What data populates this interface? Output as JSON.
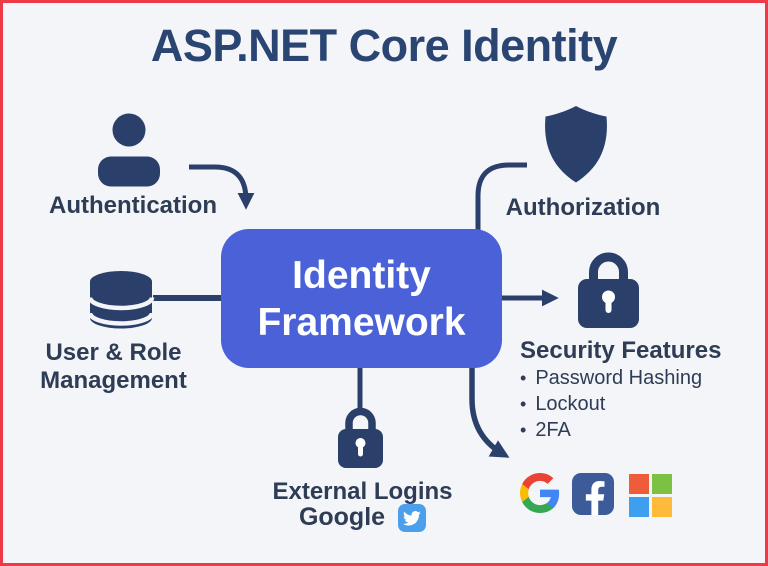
{
  "title": "ASP.NET Core Identity",
  "ui": {
    "bullet_char": "•"
  },
  "center_box": {
    "line1": "Identity",
    "line2": "Framework"
  },
  "nodes": {
    "authentication": {
      "label": "Authentication",
      "icon": "person-icon"
    },
    "authorization": {
      "label": "Authorization",
      "icon": "shield-icon"
    },
    "user_role_management": {
      "label": "User & Role Management",
      "icon": "database-icon"
    },
    "security_features": {
      "label": "Security Features",
      "icon": "padlock-icon",
      "bullets": [
        "Password Hashing",
        "Lockout",
        "2FA"
      ]
    },
    "external_logins": {
      "label": "External Logins",
      "icon": "padlock-icon",
      "provider_label": "Google",
      "provider_icon": "twitter-icon"
    }
  },
  "provider_logos": [
    "google-icon",
    "facebook-icon",
    "microsoft-icon"
  ],
  "colors": {
    "background": "#F4F5F8",
    "frame_border": "#EE3A46",
    "navy": "#2B3F6B",
    "title_text": "#2B4573",
    "label_text": "#2E3C55",
    "box_bg": "#4A61D8",
    "box_text": "#FFFFFF",
    "twitter_blue": "#4C9FEA",
    "facebook_blue": "#3D5A99",
    "google_blue": "#4285F4",
    "google_red": "#EA4335",
    "google_yellow": "#FBBC05",
    "google_green": "#34A853",
    "ms_red": "#EE5C39",
    "ms_green": "#7CC142",
    "ms_blue": "#3F9FEF",
    "ms_yellow": "#FDBA3B"
  }
}
